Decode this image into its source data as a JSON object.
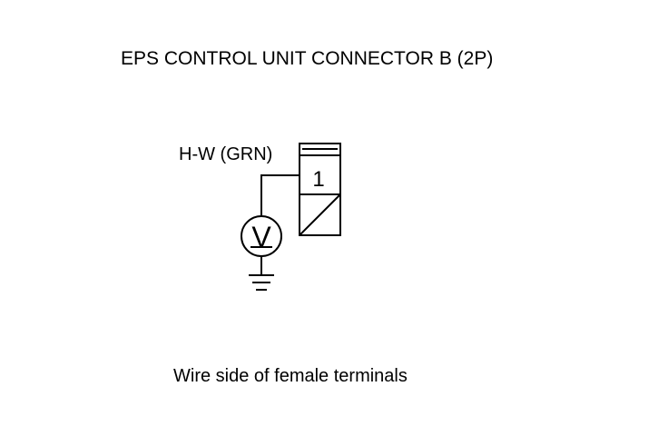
{
  "title": "EPS CONTROL UNIT CONNECTOR B (2P)",
  "wire_label": "H-W (GRN)",
  "terminal_number": "1",
  "meter_symbol": "V",
  "caption": "Wire side of female terminals",
  "colors": {
    "ink": "#000000",
    "background": "#ffffff"
  },
  "icons": [
    "voltmeter-icon",
    "ground-icon",
    "connector-icon"
  ]
}
